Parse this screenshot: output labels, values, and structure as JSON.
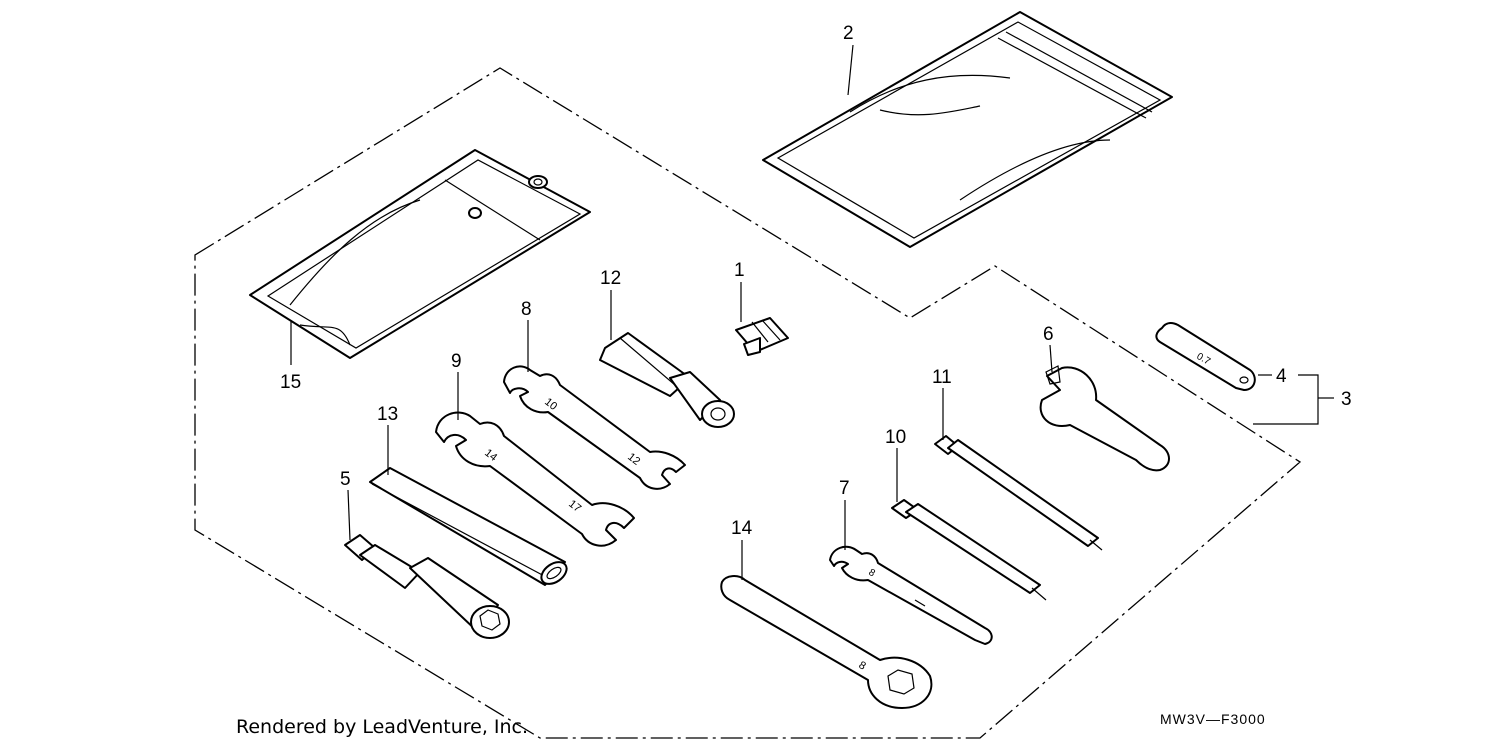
{
  "diagram": {
    "credit": "Rendered by LeadVenture, Inc.",
    "drawing_code": "MW3V—F3000",
    "callouts": {
      "c1": "1",
      "c2": "2",
      "c3": "3",
      "c4": "4",
      "c5": "5",
      "c6": "6",
      "c7": "7",
      "c8": "8",
      "c9": "9",
      "c10": "10",
      "c11": "11",
      "c12": "12",
      "c13": "13",
      "c14": "14",
      "c15": "15"
    },
    "stamps": {
      "gauge": "0.7",
      "wrench8_a": "10",
      "wrench8_b": "12",
      "wrench9_a": "14",
      "wrench9_b": "17",
      "wrench7": "8",
      "wrench14": "8"
    }
  }
}
